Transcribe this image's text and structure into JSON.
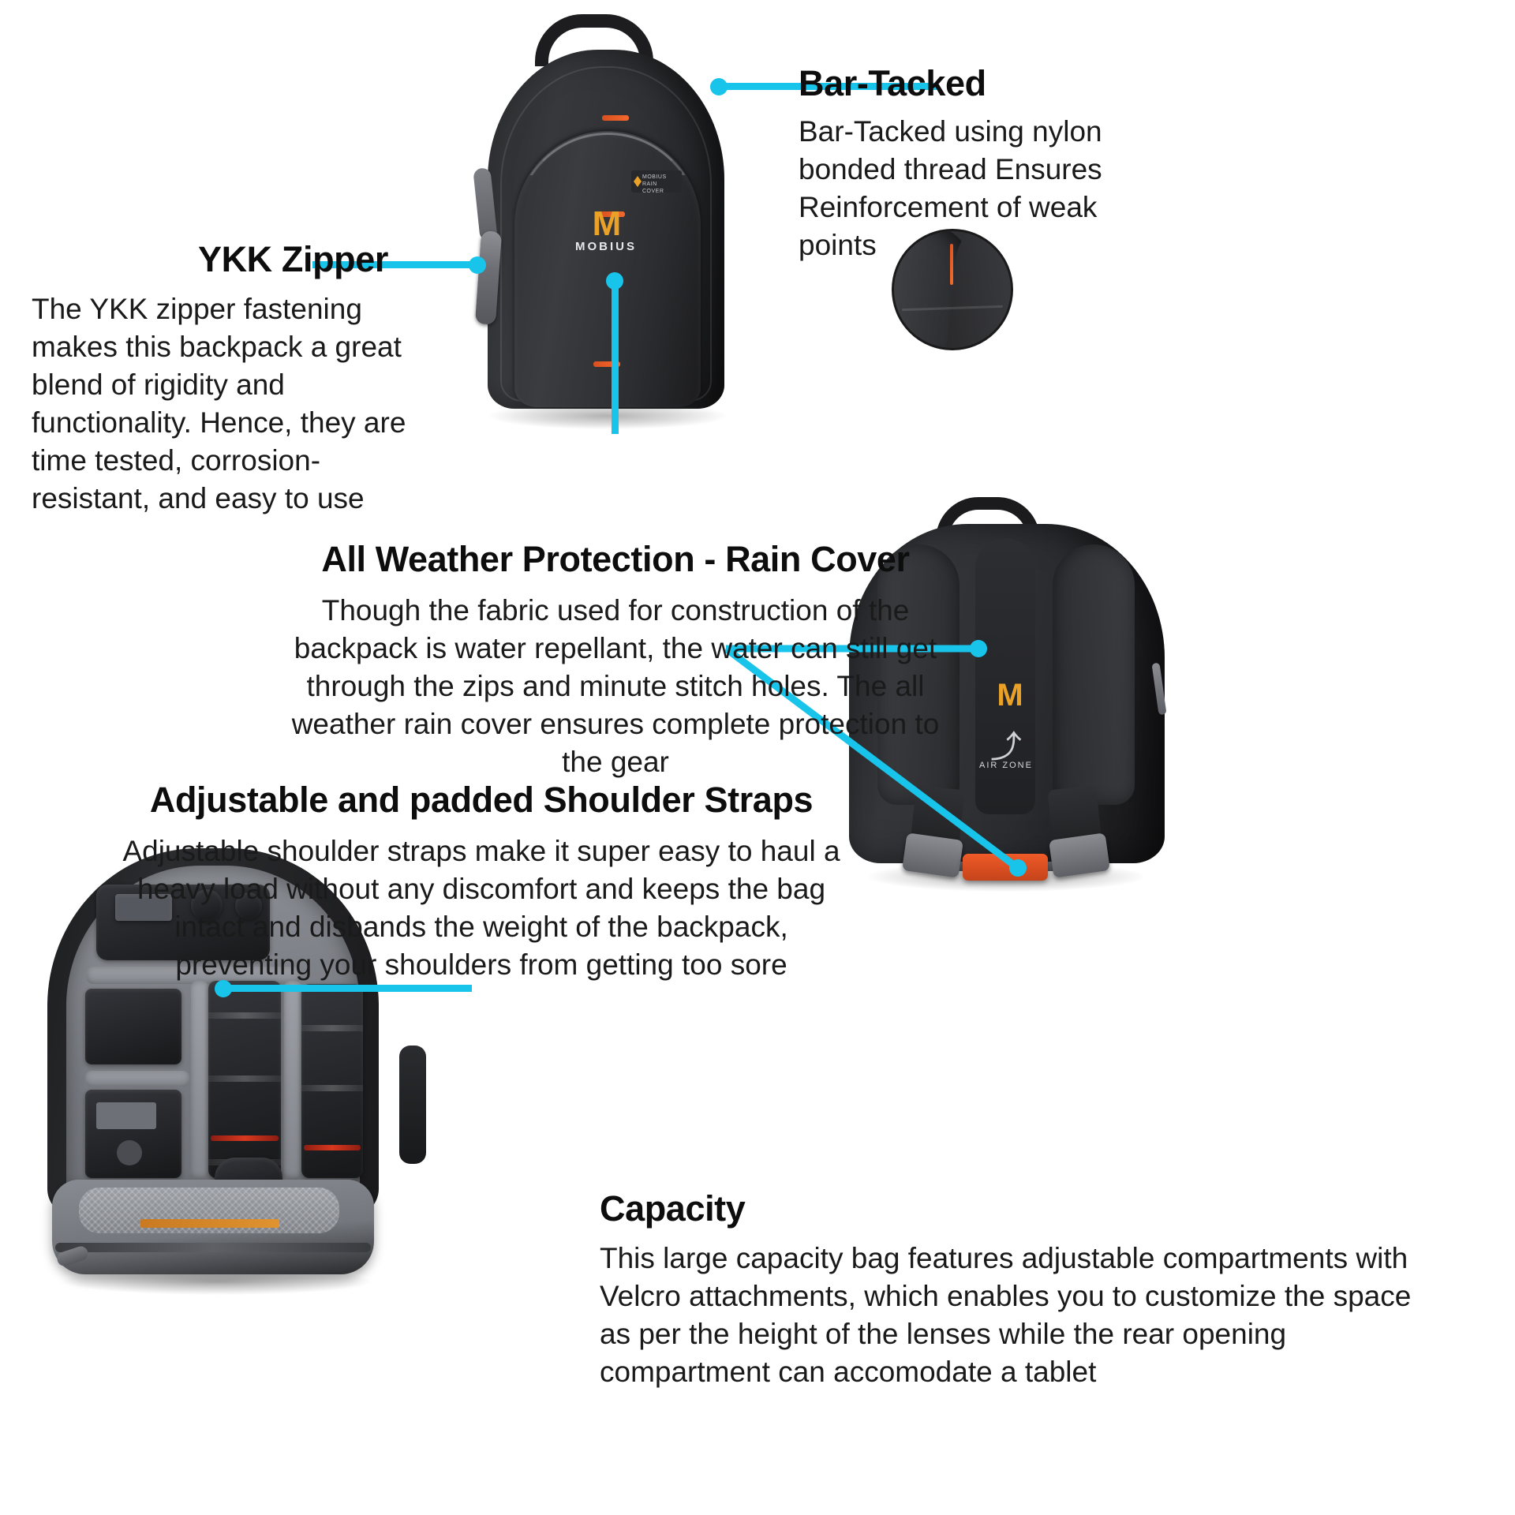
{
  "page": {
    "background_color": "#ffffff",
    "accent_color": "#18c4ea",
    "text_color": "#111111",
    "orange_accent": "#e9a227"
  },
  "features": [
    {
      "id": "bar-tacked",
      "title": "Bar-Tacked",
      "body": "Bar-Tacked using nylon bonded thread Ensures Reinforcement of weak points"
    },
    {
      "id": "ykk-zipper",
      "title": "YKK Zipper",
      "body": "The YKK zipper fastening makes this backpack a great blend of rigidity and functionality. Hence, they are time tested, corrosion-resistant, and easy to use"
    },
    {
      "id": "rain-cover",
      "title": "All Weather Protection - Rain Cover",
      "body": "Though the fabric used for construction of the backpack is water repellant, the water can still get through the zips and minute stitch holes. The all weather rain cover ensures complete protection to the gear"
    },
    {
      "id": "shoulder-straps",
      "title": "Adjustable and padded Shoulder Straps",
      "body": "Adjustable shoulder straps make it super easy to haul a heavy load without any discomfort  and keeps the bag intact and disbands the weight of the backpack, preventing your shoulders from getting too sore"
    },
    {
      "id": "capacity",
      "title": "Capacity",
      "body": "This large capacity bag features adjustable compartments with Velcro attachments, which enables you to customize the space as per the height of the lenses while the rear opening compartment can accomodate a tablet"
    }
  ],
  "product": {
    "brand_mark": "M",
    "brand_name": "MOBIUS",
    "rain_cover_tag": "MOBIUS RAIN COVER",
    "air_zone_label": "AIR ZONE",
    "air_zone_glyph": "⤴"
  }
}
